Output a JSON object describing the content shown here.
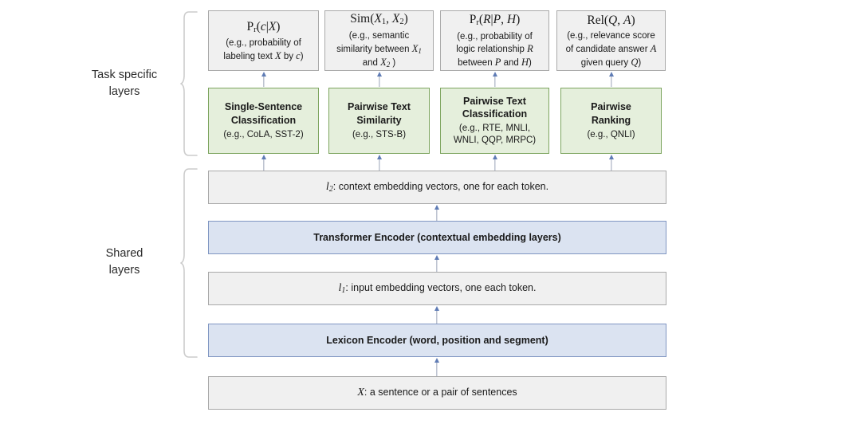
{
  "diagram": {
    "title": "Multi-Task Deep Neural Network architecture",
    "colors": {
      "gray_fill": "#f0f0f0",
      "gray_border": "#a9a9a9",
      "green_fill": "#e5efdc",
      "green_border": "#7da55f",
      "blue_fill": "#dbe3f1",
      "blue_border": "#8096c2",
      "arrow": "#5f7cb5",
      "brace": "#c8c8c8"
    }
  },
  "groups": [
    {
      "id": "task-specific",
      "label_line1": "Task specific",
      "label_line2": "layers"
    },
    {
      "id": "shared",
      "label_line1": "Shared",
      "label_line2": "layers"
    }
  ],
  "outputs": [
    {
      "id": "single-sentence-output",
      "formula_plain": "Pr(c|X)",
      "formula_html": "P<sub>r</sub>(<i>c</i>|<i>X</i>)",
      "description_plain": "(e.g., probability of labeling text X by c)",
      "description_lines_html": [
        "(e.g., probability of",
        "labeling text <i>X</i> by <i>c</i>)"
      ]
    },
    {
      "id": "similarity-output",
      "formula_plain": "Sim(X1, X2)",
      "formula_html": "Sim(<i>X</i><sub>1</sub>, <i>X</i><sub>2</sub>)",
      "description_plain": "(e.g., semantic similarity between X1 and X2 )",
      "description_lines_html": [
        "(e.g., semantic",
        "similarity between <i>X</i><sub>1</sub>",
        "and <i>X</i><sub>2</sub> )"
      ]
    },
    {
      "id": "pairwise-classification-output",
      "formula_plain": "Pr(R|P, H)",
      "formula_html": "P<sub>r</sub>(<i>R</i>|<i>P</i>, <i>H</i>)",
      "description_plain": "(e.g., probability of logic relationship R between P and H)",
      "description_lines_html": [
        "(e.g., probability of",
        "logic relationship <i>R</i>",
        "between <i>P</i> and <i>H</i>)"
      ]
    },
    {
      "id": "ranking-output",
      "formula_plain": "Rel(Q, A)",
      "formula_html": "Rel(<i>Q</i>, <i>A</i>)",
      "description_plain": "(e.g., relevance score of candidate answer A given query Q)",
      "description_lines_html": [
        "(e.g., relevance score",
        "of candidate answer <i>A</i>",
        "given query <i>Q</i>)"
      ]
    }
  ],
  "task_layers": [
    {
      "id": "single-sentence-classification",
      "title_lines": [
        "Single-Sentence",
        "Classification"
      ],
      "examples_lines": [
        "(e.g., CoLA, SST-2)"
      ],
      "examples_plain": "(e.g., CoLA, SST-2)"
    },
    {
      "id": "pairwise-text-similarity",
      "title_lines": [
        "Pairwise Text",
        "Similarity"
      ],
      "examples_lines": [
        "(e.g., STS-B)"
      ],
      "examples_plain": "(e.g., STS-B)"
    },
    {
      "id": "pairwise-text-classification",
      "title_lines": [
        "Pairwise Text",
        "Classification"
      ],
      "examples_lines": [
        "(e.g., RTE, MNLI,",
        "WNLI, QQP, MRPC)"
      ],
      "examples_plain": "(e.g., RTE, MNLI, WNLI, QQP, MRPC)"
    },
    {
      "id": "pairwise-ranking",
      "title_lines": [
        "Pairwise",
        "Ranking"
      ],
      "examples_lines": [
        "(e.g., QNLI)"
      ],
      "examples_plain": "(e.g., QNLI)"
    }
  ],
  "shared_layers": [
    {
      "id": "context-embedding",
      "style": "gray",
      "label_plain": "l2: context embedding vectors, one for each token.",
      "label_html": "<span class=\"mathvar\">l</span><sub>2</sub>: context embedding vectors, one for each token."
    },
    {
      "id": "transformer-encoder",
      "style": "blue",
      "label_plain": "Transformer Encoder (contextual embedding layers)",
      "label_html": "Transformer Encoder (contextual embedding layers)"
    },
    {
      "id": "input-embedding",
      "style": "gray",
      "label_plain": "l1: input embedding vectors, one each token.",
      "label_html": "<span class=\"mathvar\">l</span><sub>1</sub>: input embedding vectors, one each token."
    },
    {
      "id": "lexicon-encoder",
      "style": "blue",
      "label_plain": "Lexicon Encoder (word, position and segment)",
      "label_html": "Lexicon Encoder (word, position and segment)"
    }
  ],
  "input_layer": {
    "id": "input-sentence",
    "label_plain": "X: a sentence or a pair of sentences",
    "label_html": "<span class=\"mathvar\">X</span>: a sentence or a pair of sentences"
  }
}
